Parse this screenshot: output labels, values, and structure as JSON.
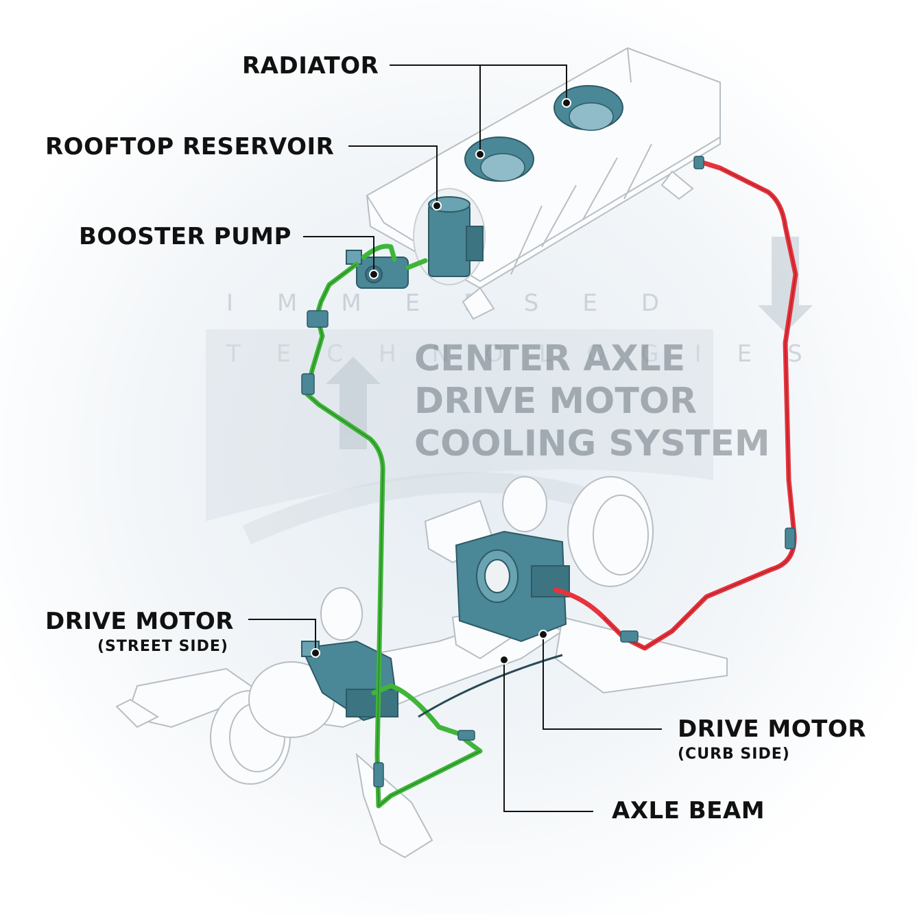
{
  "title": {
    "line1": "CENTER AXLE",
    "line2": "DRIVE MOTOR",
    "line3": "COOLING SYSTEM"
  },
  "watermark": {
    "line1": "IMMERSED",
    "line2": "TECHNOLOGIES"
  },
  "callouts": {
    "radiator": "RADIATOR",
    "rooftop_reservoir": "ROOFTOP RESERVOIR",
    "booster_pump": "BOOSTER PUMP",
    "drive_motor_street": "DRIVE MOTOR",
    "drive_motor_street_sub": "(STREET SIDE)",
    "drive_motor_curb": "DRIVE MOTOR",
    "drive_motor_curb_sub": "(CURB SIDE)",
    "axle_beam": "AXLE BEAM"
  },
  "colors": {
    "supply_line": "#3fb539",
    "return_line": "#e8323c",
    "component": "#4a8797",
    "outline": "#b7bec4"
  }
}
